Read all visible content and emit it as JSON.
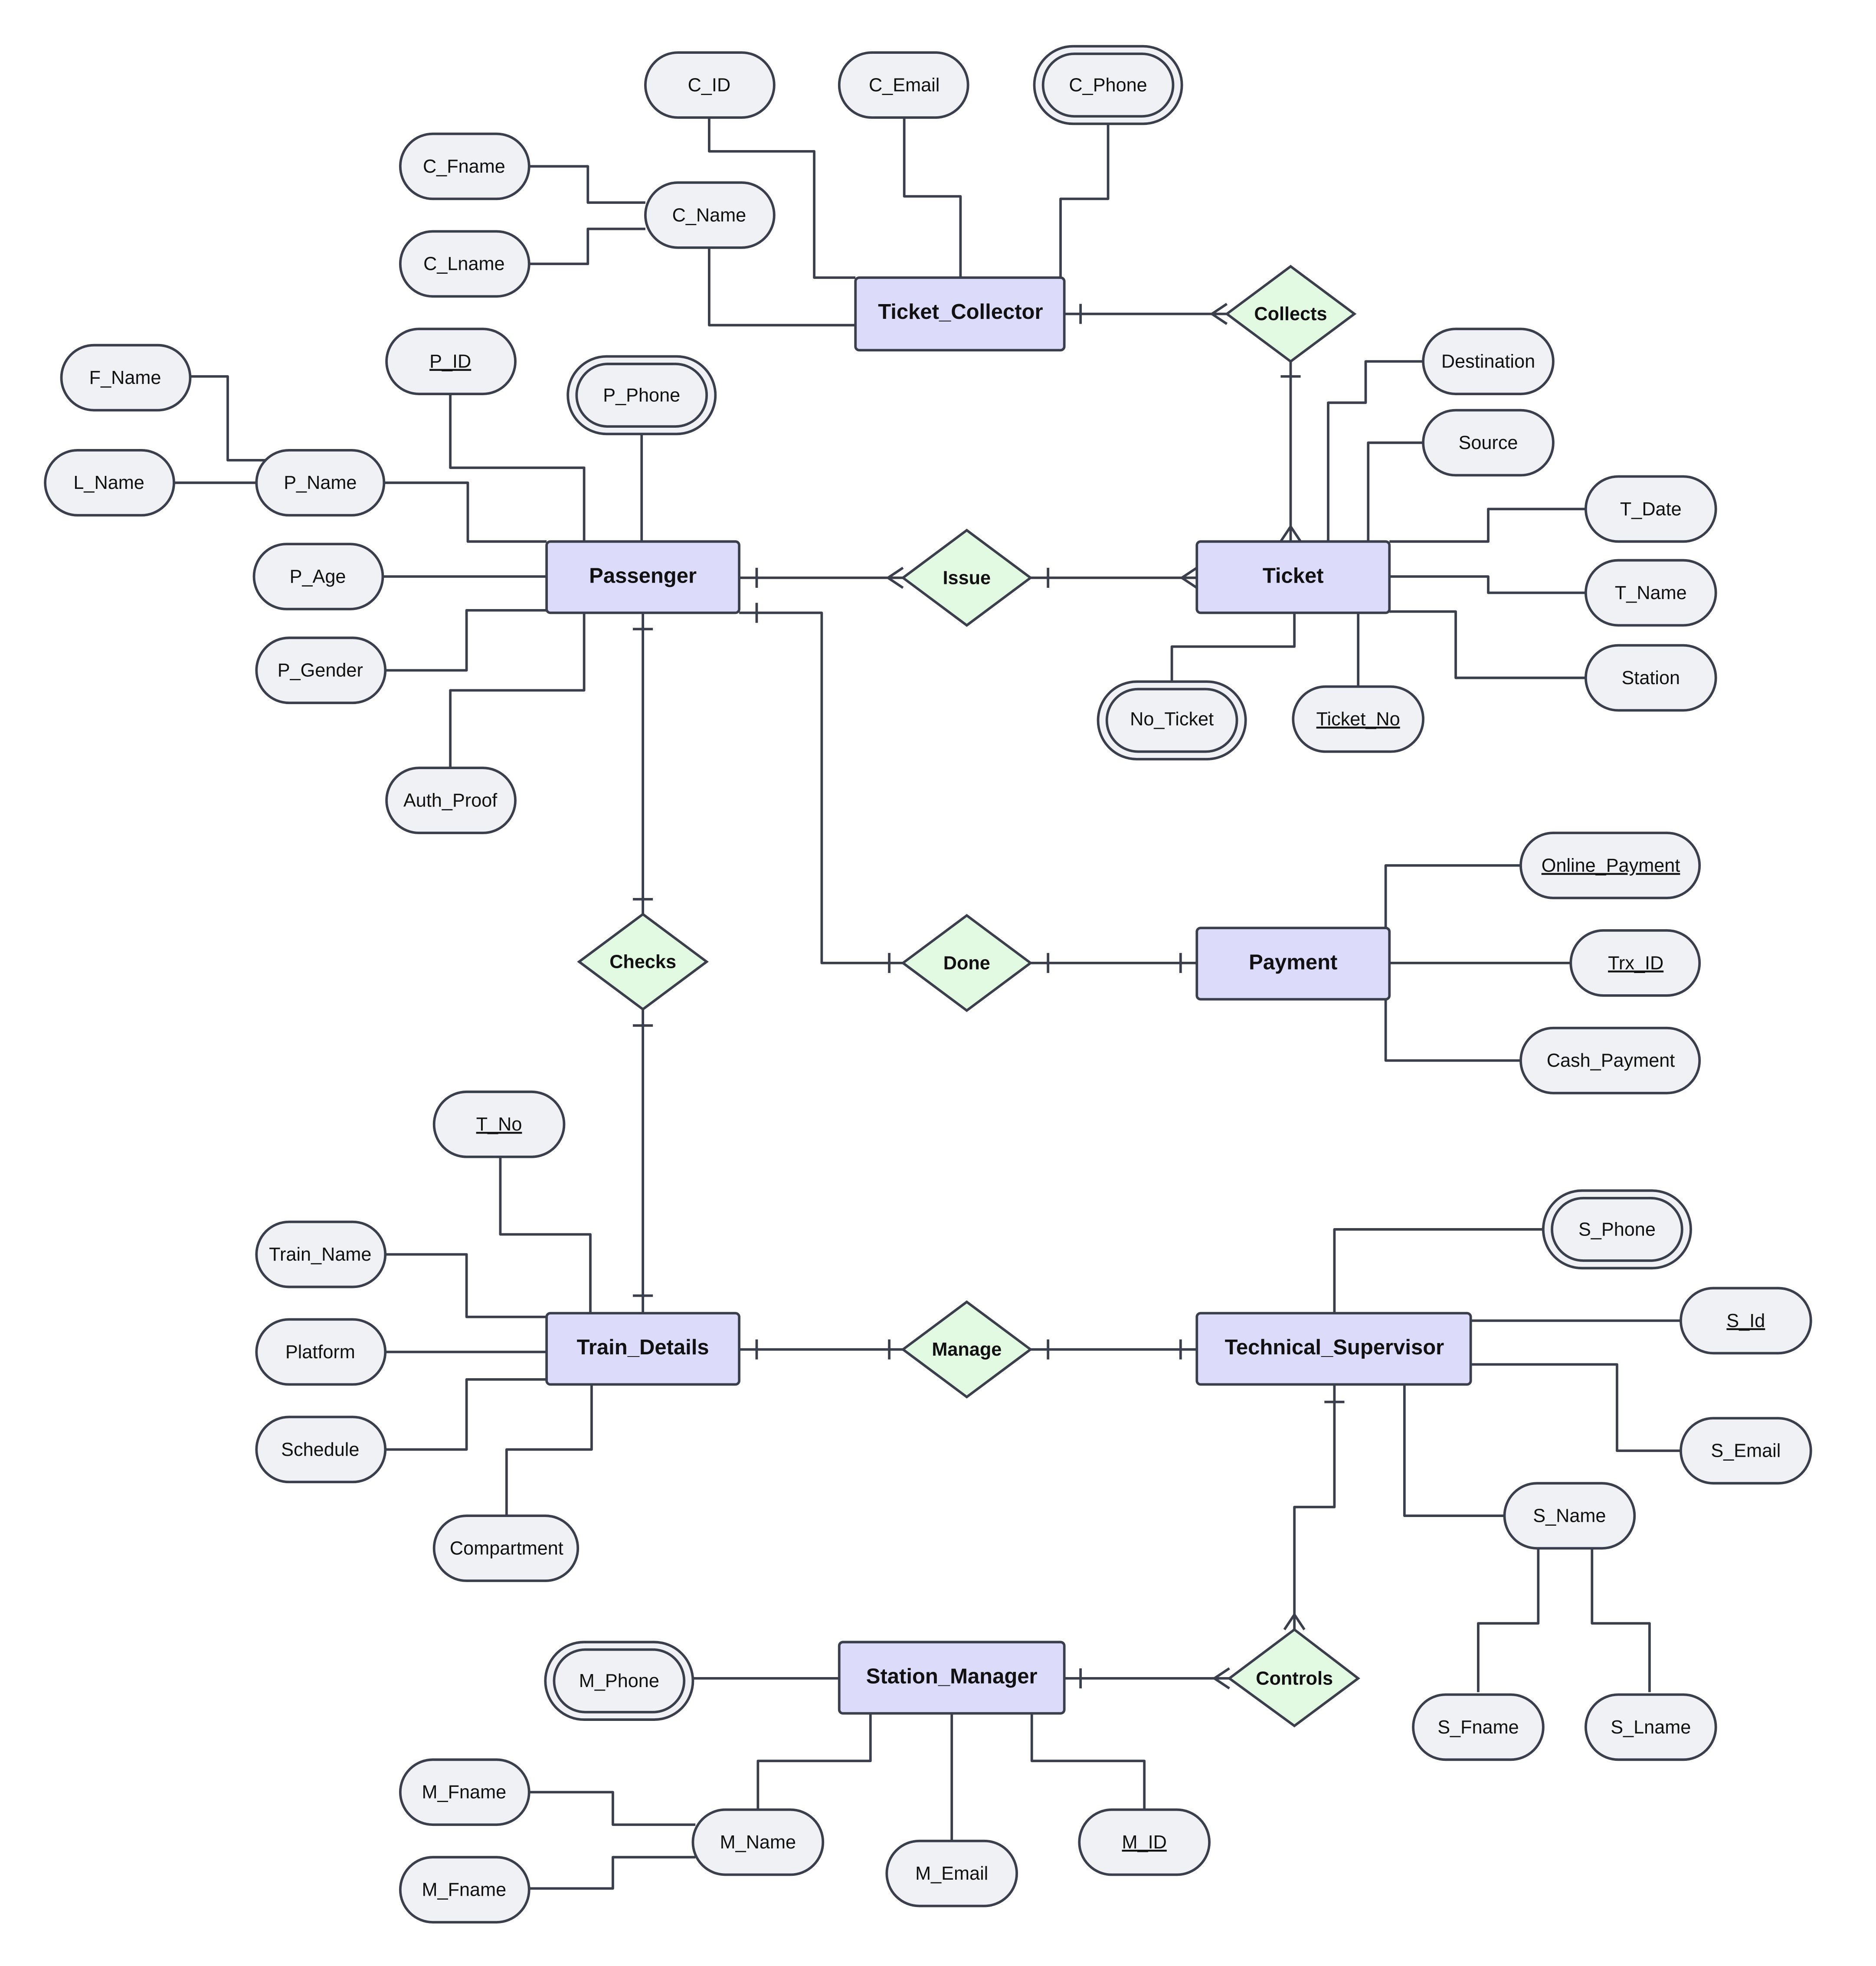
{
  "colors": {
    "entity_fill": "#dcdcfa",
    "relationship_fill": "#e2f9e2",
    "attribute_fill": "#f0f1f4",
    "stroke": "#3a3f4b",
    "text": "#111111"
  },
  "entities": {
    "ticket_collector": "Ticket_Collector",
    "passenger": "Passenger",
    "ticket": "Ticket",
    "payment": "Payment",
    "train_details": "Train_Details",
    "technical_supervisor": "Technical_Supervisor",
    "station_manager": "Station_Manager"
  },
  "relationships": {
    "collects": "Collects",
    "issue": "Issue",
    "checks": "Checks",
    "done": "Done",
    "manage": "Manage",
    "controls": "Controls"
  },
  "attributes": {
    "c_id": "C_ID",
    "c_email": "C_Email",
    "c_phone": "C_Phone",
    "c_fname": "C_Fname",
    "c_name": "C_Name",
    "c_lname": "C_Lname",
    "f_name": "F_Name",
    "p_id": "P_ID",
    "p_phone": "P_Phone",
    "l_name": "L_Name",
    "p_name": "P_Name",
    "p_age": "P_Age",
    "p_gender": "P_Gender",
    "auth_proof": "Auth_Proof",
    "destination": "Destination",
    "source": "Source",
    "t_date": "T_Date",
    "t_name": "T_Name",
    "station": "Station",
    "no_ticket": "No_Ticket",
    "ticket_no": "Ticket_No",
    "online_payment": "Online_Payment",
    "trx_id": "Trx_ID",
    "cash_payment": "Cash_Payment",
    "t_no": "T_No",
    "train_name": "Train_Name",
    "platform": "Platform",
    "schedule": "Schedule",
    "compartment": "Compartment",
    "s_phone": "S_Phone",
    "s_id": "S_Id",
    "s_email": "S_Email",
    "s_name": "S_Name",
    "s_fname": "S_Fname",
    "s_lname": "S_Lname",
    "m_phone": "M_Phone",
    "m_fname_1": "M_Fname",
    "m_fname_2": "M_Fname",
    "m_name": "M_Name",
    "m_email": "M_Email",
    "m_id": "M_ID"
  }
}
